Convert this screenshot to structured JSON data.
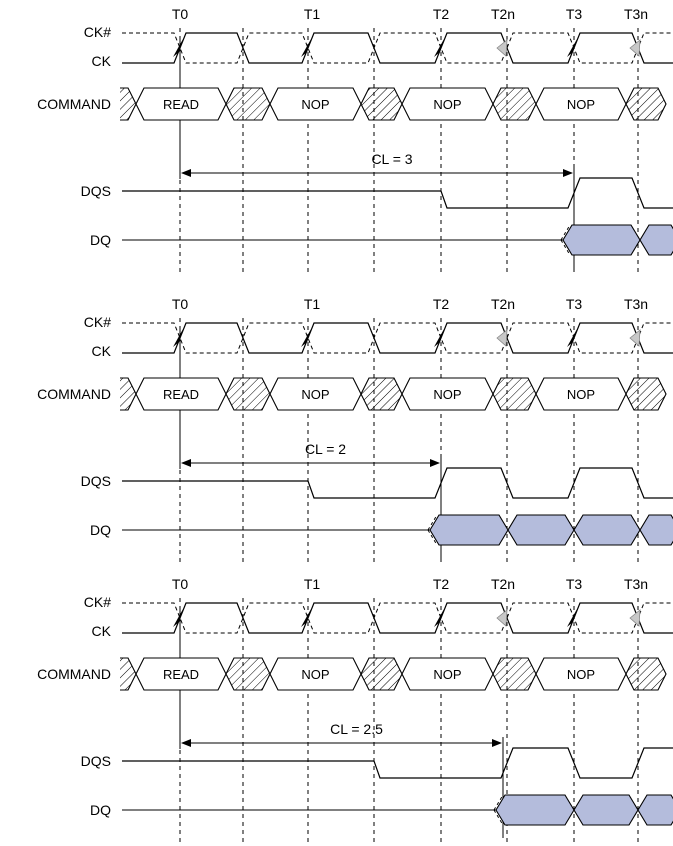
{
  "panels": [
    {
      "ticks": [
        "T0",
        "T1",
        "T2",
        "T2n",
        "T3",
        "T3n"
      ],
      "signals": {
        "ckb": "CK#",
        "ck": "CK",
        "command": "COMMAND",
        "dqs": "DQS",
        "dq": "DQ"
      },
      "commands": [
        "READ",
        "NOP",
        "NOP",
        "NOP"
      ],
      "cl_label": "CL = 3"
    },
    {
      "ticks": [
        "T0",
        "T1",
        "T2",
        "T2n",
        "T3",
        "T3n"
      ],
      "signals": {
        "ckb": "CK#",
        "ck": "CK",
        "command": "COMMAND",
        "dqs": "DQS",
        "dq": "DQ"
      },
      "commands": [
        "READ",
        "NOP",
        "NOP",
        "NOP"
      ],
      "cl_label": "CL = 2"
    },
    {
      "ticks": [
        "T0",
        "T1",
        "T2",
        "T2n",
        "T3",
        "T3n"
      ],
      "signals": {
        "ckb": "CK#",
        "ck": "CK",
        "command": "COMMAND",
        "dqs": "DQS",
        "dq": "DQ"
      },
      "commands": [
        "READ",
        "NOP",
        "NOP",
        "NOP"
      ],
      "cl_label": "CL = 2.5"
    }
  ],
  "colors": {
    "data_fill": "#b4bcdc",
    "falling_edge_arrow": "#c8c8c8",
    "rising_edge_arrow": "#000000"
  }
}
